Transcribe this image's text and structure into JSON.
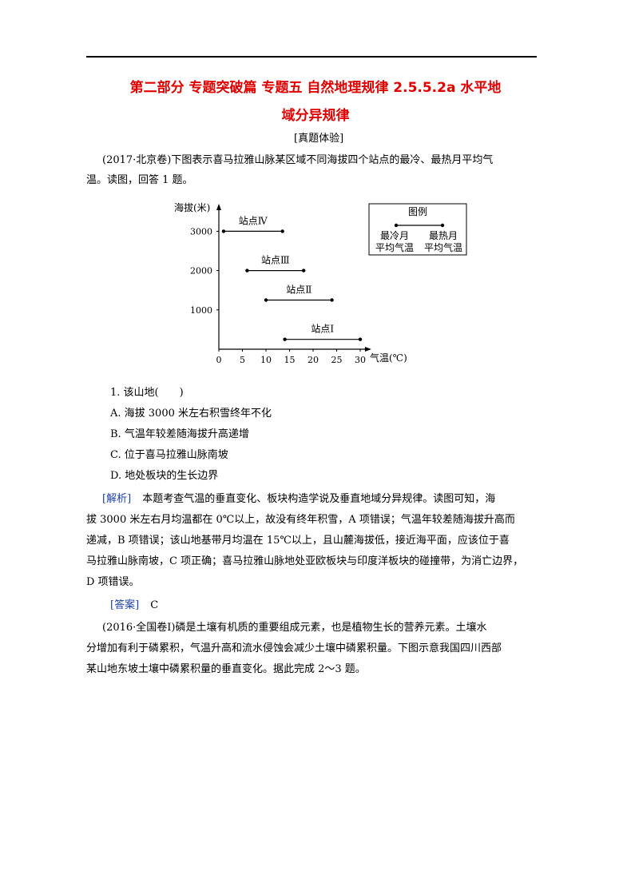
{
  "header": {
    "title_line1": "第二部分 专题突破篇 专题五 自然地理规律 2.5.5.2a 水平地",
    "title_line2": "域分异规律"
  },
  "section_label": "[真题体验]",
  "intro": {
    "line1": "(2017·北京卷)下图表示喜马拉雅山脉某区域不同海拔四个站点的最冷、最热月平均气",
    "line2": "温。读图，回答 1 题。"
  },
  "chart_data": {
    "type": "range",
    "ylabel": "海拔(米)",
    "xlabel": "气温(℃)",
    "xticks": [
      0,
      5,
      10,
      15,
      20,
      25,
      30
    ],
    "yticks": [
      1000,
      2000,
      3000
    ],
    "xlim": [
      0,
      30
    ],
    "ylim": [
      0,
      3600
    ],
    "series": [
      {
        "name": "站点Ⅳ",
        "altitude": 3000,
        "coldest": 1,
        "hottest": 13.5
      },
      {
        "name": "站点Ⅲ",
        "altitude": 2000,
        "coldest": 6,
        "hottest": 18
      },
      {
        "name": "站点Ⅱ",
        "altitude": 1250,
        "coldest": 10,
        "hottest": 24
      },
      {
        "name": "站点Ⅰ",
        "altitude": 250,
        "coldest": 14,
        "hottest": 30
      }
    ],
    "legend": {
      "title": "图例",
      "left_line1": "最冷月",
      "left_line2": "平均气温",
      "right_line1": "最热月",
      "right_line2": "平均气温"
    }
  },
  "question": {
    "stem": "1. 该山地(　　)",
    "options": [
      "A. 海拔 3000 米左右积雪终年不化",
      "B. 气温年较差随海拔升高递增",
      "C. 位于喜马拉雅山脉南坡",
      "D. 地处板块的生长边界"
    ]
  },
  "analysis": {
    "label": "[解析]",
    "line1": "本题考查气温的垂直变化、板块构造学说及垂直地域分异规律。读图可知，海",
    "line2": "拔 3000 米左右月均温都在 0℃以上，故没有终年积雪，A 项错误；气温年较差随海拔升高而",
    "line3": "递减，B 项错误；该山地基带月均温在 15℃以上，且山麓海拔低，接近海平面，应该位于喜",
    "line4": "马拉雅山脉南坡，C 项正确；喜马拉雅山脉地处亚欧板块与印度洋板块的碰撞带，为消亡边界，",
    "line5": "D 项错误。"
  },
  "answer": {
    "label": "[答案]",
    "value": "C"
  },
  "next": {
    "line1": "(2016·全国卷Ⅰ)磷是土壤有机质的重要组成元素，也是植物生长的营养元素。土壤水",
    "line2": "分增加有利于磷累积，气温升高和流水侵蚀会减少土壤中磷累积量。下图示意我国四川西部",
    "line3": "某山地东坡土壤中磷累积量的垂直变化。据此完成 2～3 题。"
  }
}
